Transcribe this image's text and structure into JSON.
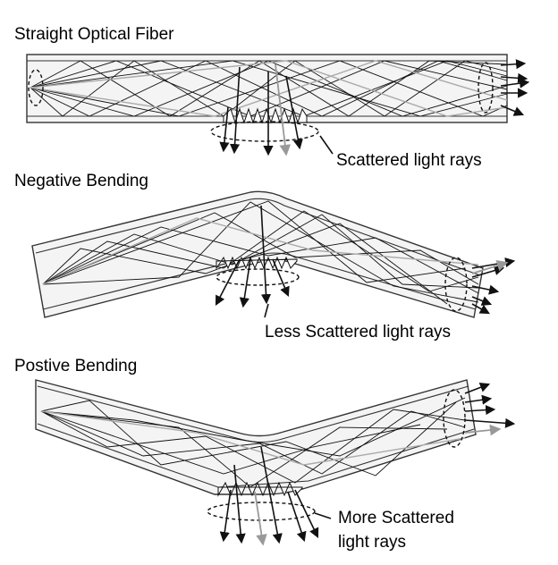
{
  "panels": {
    "straight": {
      "title": "Straight Optical Fiber",
      "annotation": "Scattered light rays"
    },
    "negative": {
      "title": "Negative Bending",
      "annotation": "Less Scattered light rays"
    },
    "positive": {
      "title": "Postive Bending",
      "annotation_line1": "More Scattered",
      "annotation_line2": "light rays"
    }
  }
}
